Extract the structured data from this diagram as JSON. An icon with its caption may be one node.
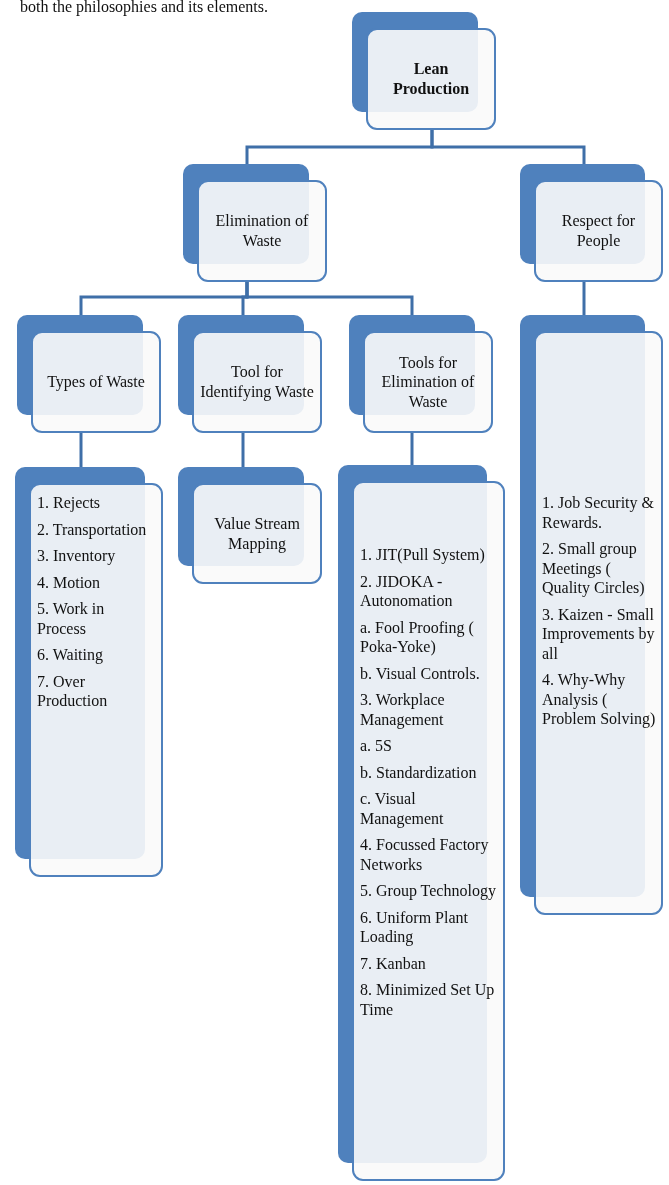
{
  "diagram": {
    "nodes": [
      {
        "text": [
          "Lean Production"
        ]
      },
      {
        "text": [
          "Elimination of Waste"
        ]
      },
      {
        "text": [
          "Respect for People"
        ]
      },
      {
        "text": [
          "Types of Waste"
        ]
      },
      {
        "text": [
          "Tool for Identifying Waste"
        ]
      },
      {
        "text": [
          "Tools for Elimination of Waste"
        ]
      },
      {
        "text": [
          "1. Rejects",
          "2. Transportation",
          "3. Inventory",
          "4. Motion",
          "5. Work in Process",
          "6. Waiting",
          "7. Over Production"
        ]
      },
      {
        "text": [
          "Value Stream Mapping"
        ]
      },
      {
        "text": [
          "1. JIT(Pull System)",
          "2. JIDOKA - Autonomation",
          "a. Fool Proofing ( Poka-Yoke)",
          "b. Visual Controls.",
          "3. Workplace Management",
          "a.  5S",
          "b. Standardization",
          "c. Visual Management",
          "4. Focussed Factory Networks",
          "5. Group Technology",
          "6. Uniform Plant Loading",
          "7. Kanban",
          "8. Minimized Set Up Time"
        ]
      },
      {
        "text": [
          "1. Job Security & Rewards.",
          "2. Small group Meetings ( Quality Circles)",
          "3. Kaizen  - Small Improvements by all",
          "4. Why-Why Analysis ( Problem Solving)"
        ]
      }
    ],
    "edges": [
      {
        "from": 0,
        "to": 1,
        "arrow": "none"
      },
      {
        "from": 0,
        "to": 2,
        "arrow": "none"
      },
      {
        "from": 1,
        "to": 3,
        "arrow": "none"
      },
      {
        "from": 1,
        "to": 4,
        "arrow": "none"
      },
      {
        "from": 1,
        "to": 5,
        "arrow": "none"
      },
      {
        "from": 3,
        "to": 6,
        "arrow": "none"
      },
      {
        "from": 4,
        "to": 7,
        "arrow": "none"
      },
      {
        "from": 5,
        "to": 8,
        "arrow": "none"
      },
      {
        "from": 2,
        "to": 9,
        "arrow": "none"
      }
    ],
    "labels": [
      "both the philosophies and its elements."
    ]
  }
}
